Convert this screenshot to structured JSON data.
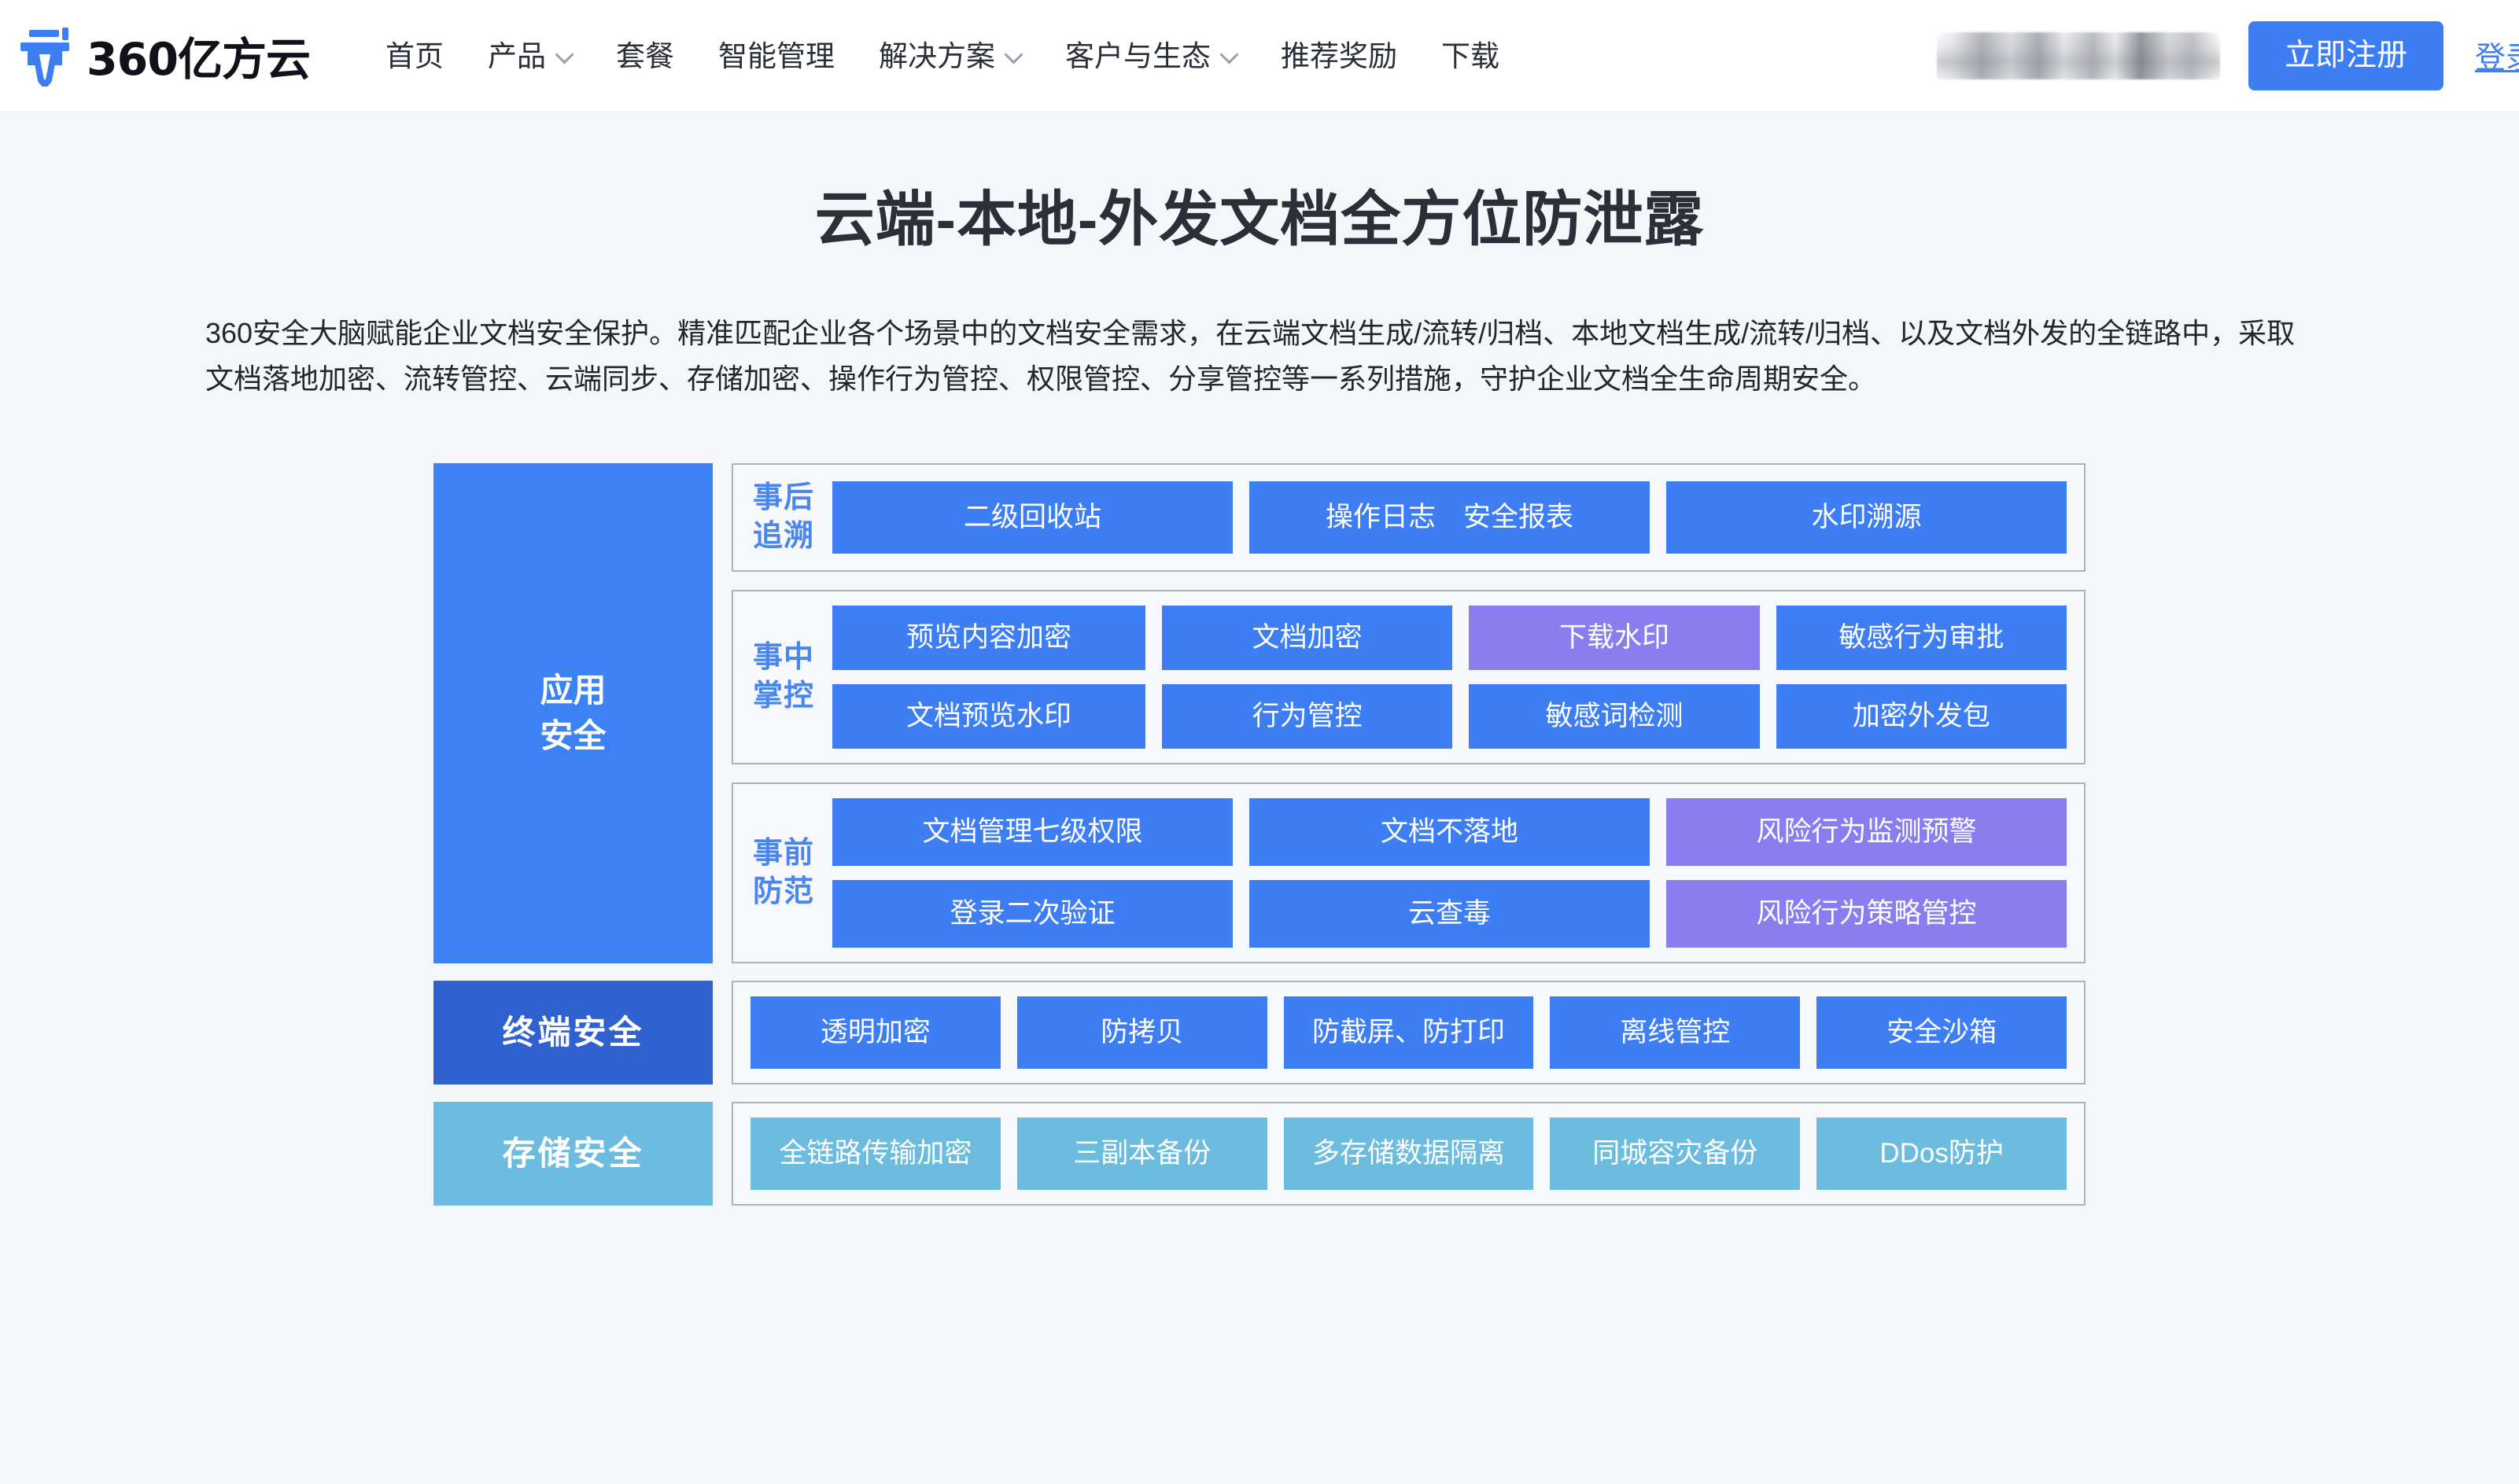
{
  "brand": {
    "name": "360亿方云",
    "logo_icon": "yifangyun-logo-icon"
  },
  "nav": {
    "items": [
      {
        "label": "首页",
        "has_dropdown": false
      },
      {
        "label": "产品",
        "has_dropdown": true
      },
      {
        "label": "套餐",
        "has_dropdown": false
      },
      {
        "label": "智能管理",
        "has_dropdown": false
      },
      {
        "label": "解决方案",
        "has_dropdown": true
      },
      {
        "label": "客户与生态",
        "has_dropdown": true
      },
      {
        "label": "推荐奖励",
        "has_dropdown": false
      },
      {
        "label": "下载",
        "has_dropdown": false
      }
    ],
    "register_label": "立即注册",
    "login_label": "登录",
    "account_masked": ""
  },
  "hero": {
    "title": "云端-本地-外发文档全方位防泄露",
    "description": "360安全大脑赋能企业文档安全保护。精准匹配企业各个场景中的文档安全需求，在云端文档生成/流转/归档、本地文档生成/流转/归档、以及文档外发的全链路中，采取文档落地加密、流转管控、云端同步、存储加密、操作行为管控、权限管控、分享管控等一系列措施，守护企业文档全生命周期安全。"
  },
  "colors": {
    "blue": "#3d7ef5",
    "deep_blue": "#2f62cf",
    "purple": "#8b7cf0",
    "cyan": "#6cbce0",
    "page_bg": "#f4f6fa",
    "border": "#aeb3bb"
  },
  "diagram": {
    "layers": [
      {
        "id": "app-security",
        "side_label": "应用\n安全",
        "side_label_line1": "应用",
        "side_label_line2": "安全",
        "side_color": "#3d82f5",
        "groups": [
          {
            "id": "post-incident",
            "tag_line1": "事后",
            "tag_line2": "追溯",
            "rows": [
              [
                {
                  "label": "二级回收站",
                  "color": "blue",
                  "grow": "wide"
                },
                {
                  "label": "操作日志　安全报表",
                  "color": "blue",
                  "grow": "wide"
                },
                {
                  "label": "水印溯源",
                  "color": "blue",
                  "grow": "wide"
                }
              ]
            ]
          },
          {
            "id": "in-incident",
            "tag_line1": "事中",
            "tag_line2": "掌控",
            "rows": [
              [
                {
                  "label": "预览内容加密",
                  "color": "blue",
                  "grow": "wide"
                },
                {
                  "label": "文档加密",
                  "color": "blue",
                  "grow": "norm"
                },
                {
                  "label": "下载水印",
                  "color": "purple",
                  "grow": "norm"
                },
                {
                  "label": "敏感行为审批",
                  "color": "blue",
                  "grow": "norm"
                }
              ],
              [
                {
                  "label": "文档预览水印",
                  "color": "blue",
                  "grow": "wide"
                },
                {
                  "label": "行为管控",
                  "color": "blue",
                  "grow": "norm"
                },
                {
                  "label": "敏感词检测",
                  "color": "blue",
                  "grow": "norm"
                },
                {
                  "label": "加密外发包",
                  "color": "blue",
                  "grow": "norm"
                }
              ]
            ]
          },
          {
            "id": "pre-incident",
            "tag_line1": "事前",
            "tag_line2": "防范",
            "rows": [
              [
                {
                  "label": "文档管理七级权限",
                  "color": "blue",
                  "grow": "norm"
                },
                {
                  "label": "文档不落地",
                  "color": "blue",
                  "grow": "norm"
                },
                {
                  "label": "风险行为监测预警",
                  "color": "purple",
                  "grow": "norm"
                }
              ],
              [
                {
                  "label": "登录二次验证",
                  "color": "blue",
                  "grow": "norm"
                },
                {
                  "label": "云查毒",
                  "color": "blue",
                  "grow": "norm"
                },
                {
                  "label": "风险行为策略管控",
                  "color": "purple",
                  "grow": "norm"
                }
              ]
            ]
          }
        ]
      },
      {
        "id": "terminal-security",
        "side_label": "终端安全",
        "side_color": "#2f62cf",
        "tiles": [
          {
            "label": "透明加密",
            "color": "blue"
          },
          {
            "label": "防拷贝",
            "color": "blue"
          },
          {
            "label": "防截屏、防打印",
            "color": "blue"
          },
          {
            "label": "离线管控",
            "color": "blue"
          },
          {
            "label": "安全沙箱",
            "color": "blue"
          }
        ]
      },
      {
        "id": "storage-security",
        "side_label": "存储安全",
        "side_color": "#6cbce0",
        "tiles": [
          {
            "label": "全链路传输加密",
            "color": "cyan"
          },
          {
            "label": "三副本备份",
            "color": "cyan"
          },
          {
            "label": "多存储数据隔离",
            "color": "cyan"
          },
          {
            "label": "同城容灾备份",
            "color": "cyan"
          },
          {
            "label": "DDos防护",
            "color": "cyan"
          }
        ]
      }
    ]
  }
}
